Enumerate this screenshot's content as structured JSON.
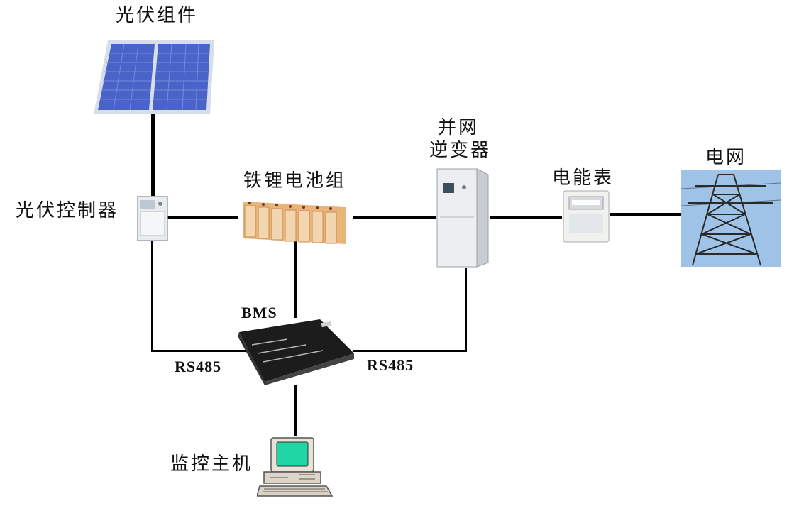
{
  "labels": {
    "pv_module": "光伏组件",
    "pv_controller": "光伏控制器",
    "battery": "铁锂电池组",
    "inverter_line1": "并网",
    "inverter_line2": "逆变器",
    "meter": "电能表",
    "grid": "电网",
    "bms": "BMS",
    "rs485_left": "RS485",
    "rs485_right": "RS485",
    "host": "监控主机"
  },
  "colors": {
    "line": "#000000",
    "panel_blue": "#4a63c9",
    "panel_frame": "#d8dee8",
    "cabinet": "#e9ecef",
    "bms_body": "#1c1c1c",
    "screen": "#1fd6a4",
    "sky": "#9ec3e6"
  },
  "icons": [
    "solar-panel-icon",
    "controller-cabinet-icon",
    "battery-bank-icon",
    "inverter-cabinet-icon",
    "energy-meter-icon",
    "power-tower-icon",
    "bms-device-icon",
    "computer-icon"
  ]
}
